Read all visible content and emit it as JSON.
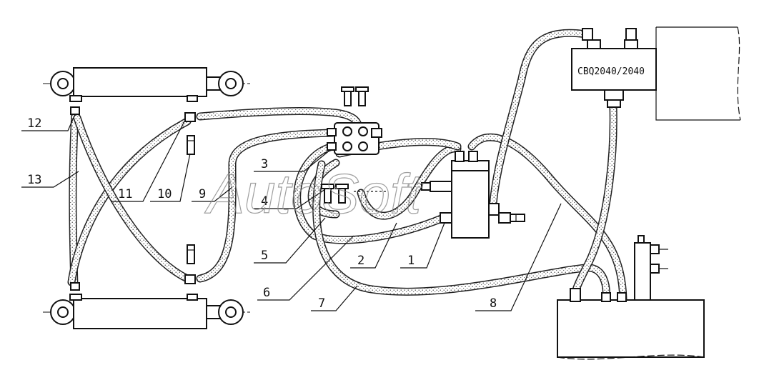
{
  "pump_model": "CBQ2040/2040",
  "watermark": "AutoSoft",
  "callouts": [
    "1",
    "2",
    "3",
    "4",
    "5",
    "6",
    "7",
    "8",
    "9",
    "10",
    "11",
    "12",
    "13"
  ],
  "colors": {
    "line": "#111111",
    "hose_fill": "#ffffff",
    "watermark": "#888888"
  }
}
